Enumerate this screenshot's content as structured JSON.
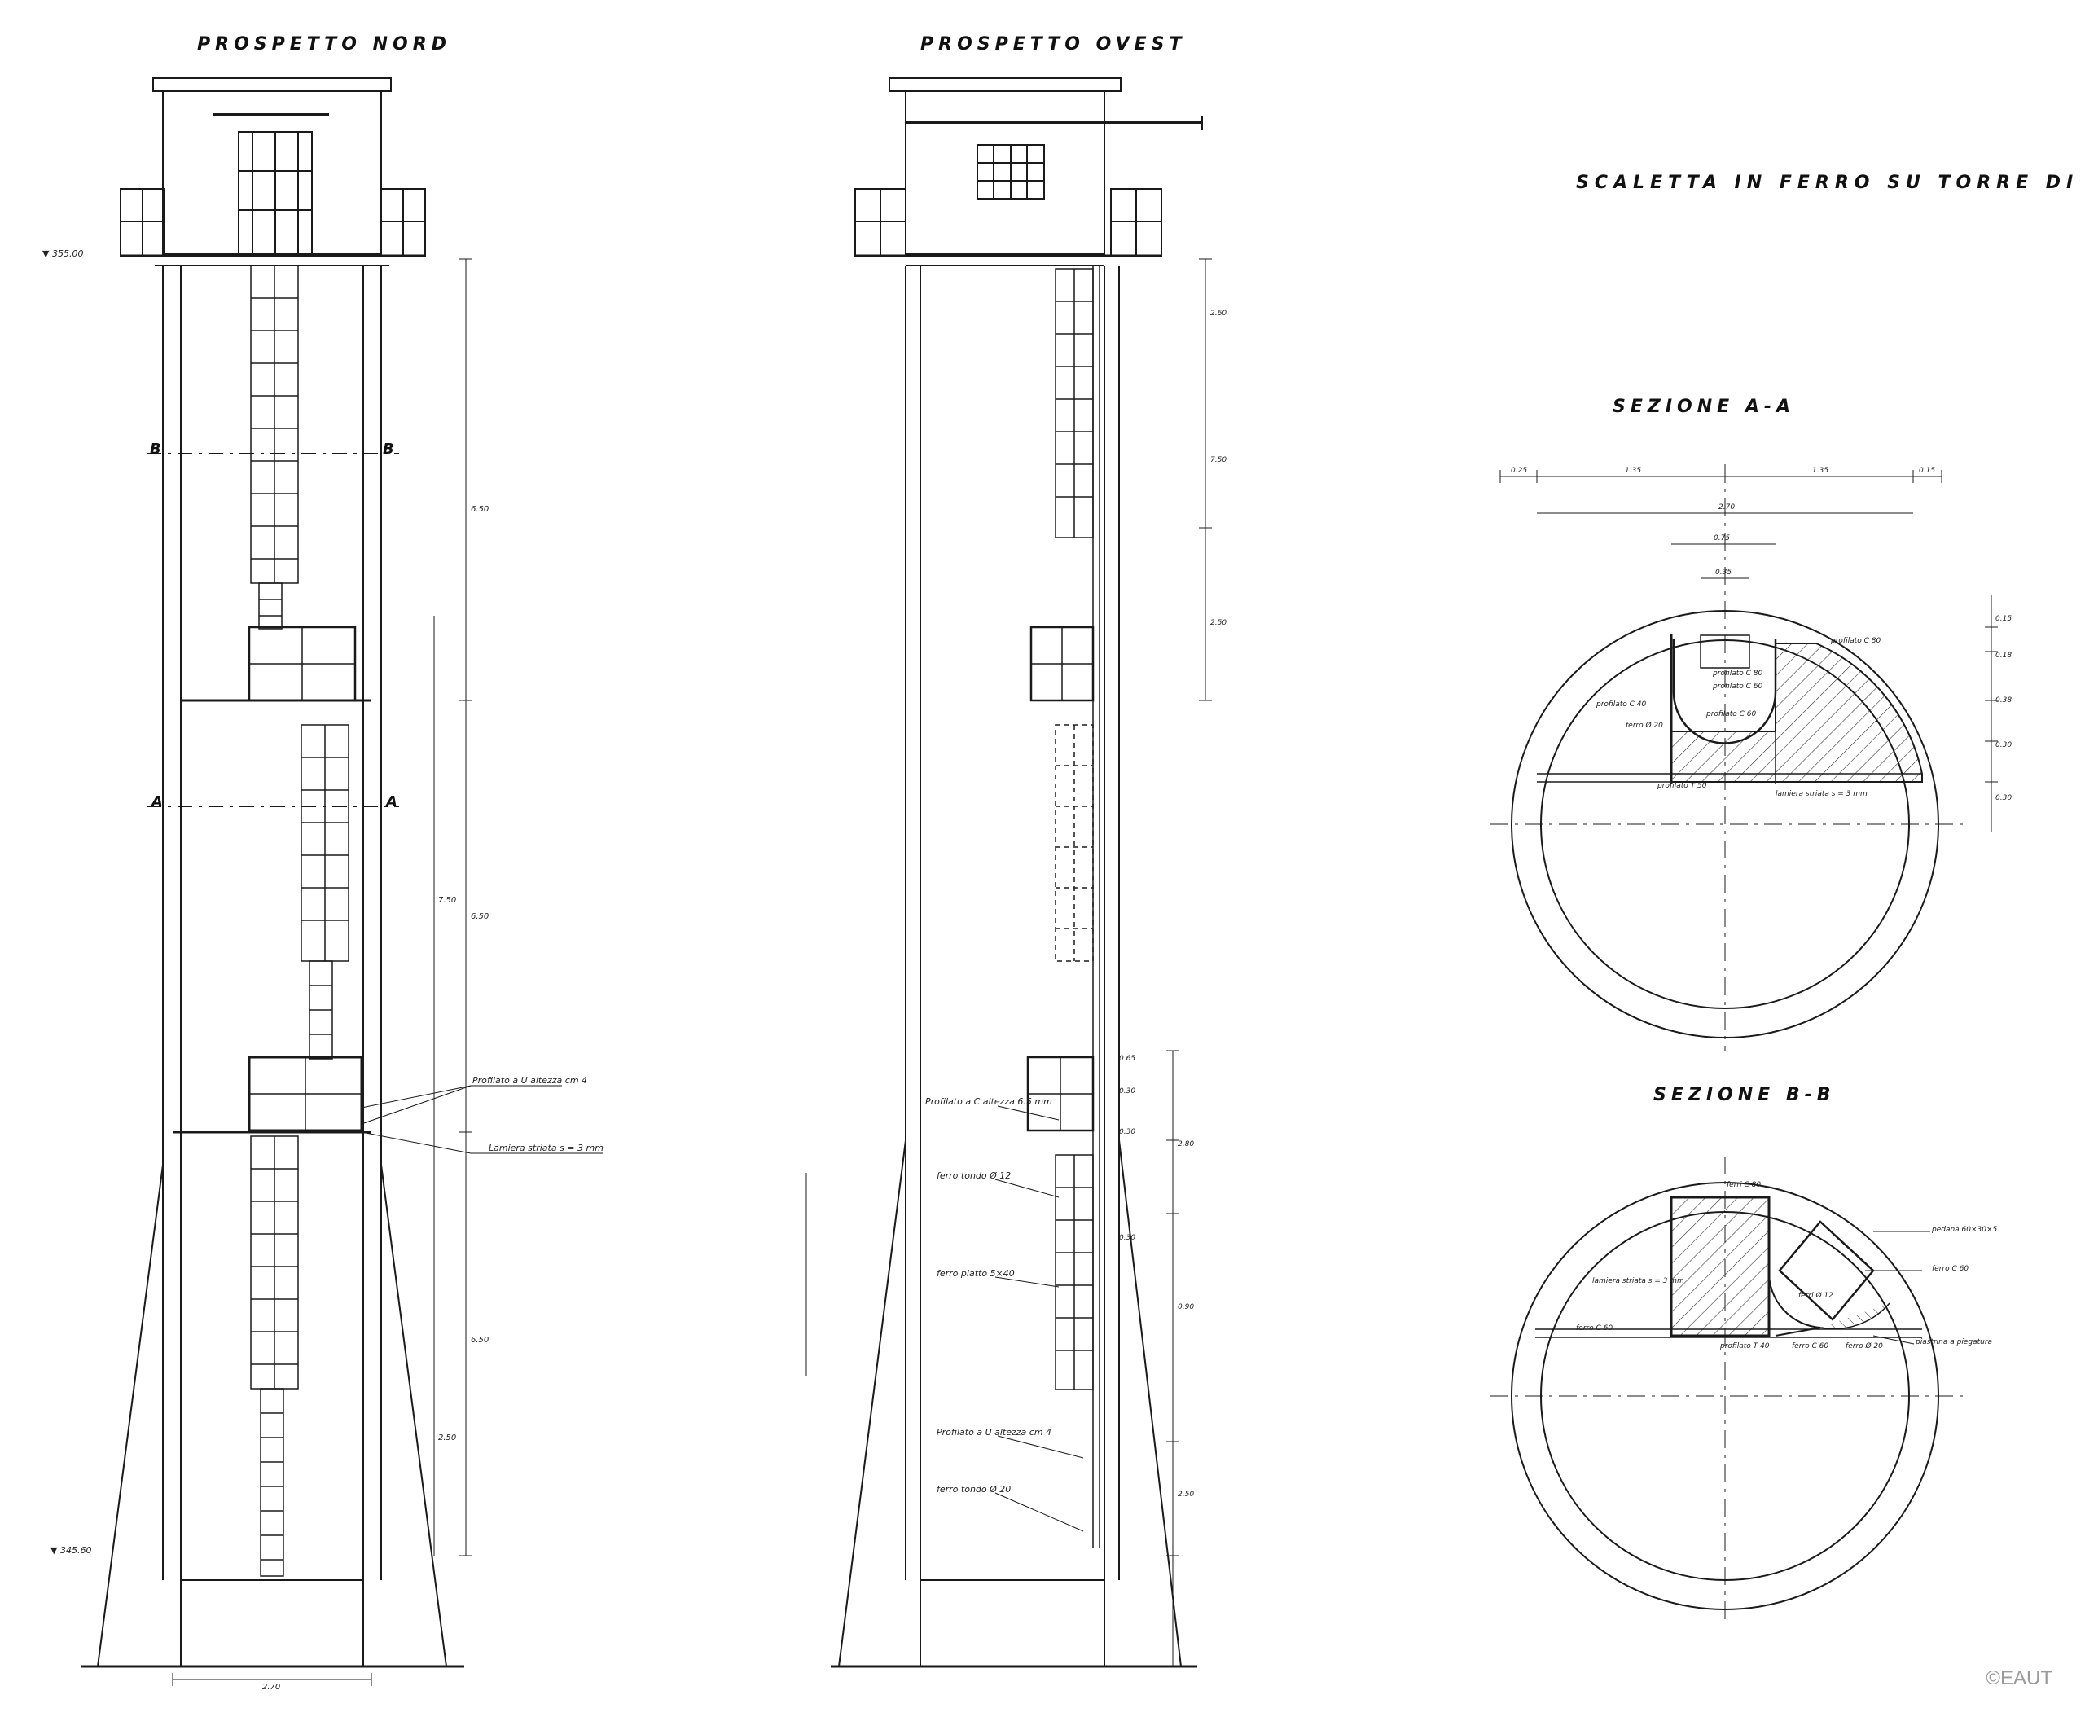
{
  "titles": {
    "prospetto_nord": "PROSPETTO NORD",
    "prospetto_ovest": "PROSPETTO OVEST",
    "main_title": "SCALETTA IN FERRO SU TORRE DI PRESA",
    "sezione_aa": "SEZIONE A-A",
    "sezione_bb": "SEZIONE B-B"
  },
  "section_marks": {
    "b_left": "B",
    "b_right": "B",
    "a_left": "A",
    "a_right": "A"
  },
  "levels": {
    "top": "▼ 355.00",
    "bottom": "▼ 345.60"
  },
  "notes_nord": {
    "profilato": "Profilato a U altezza cm 4",
    "lamiera": "Lamiera striata s = 3 mm"
  },
  "notes_ovest": {
    "profilato_c": "Profilato a C altezza 6.5 mm",
    "ferro_tondo_12": "ferro tondo Ø 12",
    "ferro_piatto": "ferro piatto 5×40",
    "profilato_u": "Profilato a U altezza cm 4",
    "ferro_tondo_20": "ferro tondo Ø 20"
  },
  "notes_aa": {
    "profilato_c80_a": "profilato C 80",
    "profilato_c80_b": "profilato C 80",
    "profilato_c60_a": "profilato C 60",
    "profilato_c60_b": "profilato C 60",
    "profilato_c40": "profilato C 40",
    "ferro_20": "ferro Ø 20",
    "profilato_t": "profilato T 50",
    "lamiera": "lamiera striata s = 3 mm"
  },
  "notes_bb": {
    "ferri_c": "ferri C 80",
    "lamiera": "lamiera striata s = 3 mm",
    "ferro_c_60_left": "ferro C 60",
    "profilato_t": "profilato T 40",
    "ferro_c_60_mid": "ferro C 60",
    "ferro_20": "ferro Ø 20",
    "pedana": "pedana 60×30×5",
    "ferro_c_60_right": "ferro C 60",
    "ferri_12": "ferri Ø 12",
    "piastrina": "piastrina a piegatura"
  },
  "dimensions": {
    "aa_top_row": [
      "0.25",
      "1.35",
      "1.35",
      "0.15"
    ],
    "aa_total": "2.70",
    "aa_inner_1": "0.75",
    "aa_inner_2": "0.35",
    "aa_right": [
      "0.15",
      "0.18",
      "0.38",
      "0.30",
      "0.30"
    ],
    "nord_height_1": "6.50",
    "nord_height_2": "7.50",
    "nord_height_3": "6.50",
    "nord_height_4": "6.50",
    "nord_height_5": "2.50",
    "nord_width": "2.70",
    "ovest_dims": [
      "2.60",
      "7.50",
      "2.50",
      "0.65",
      "0.30",
      "0.30",
      "0.30",
      "2.80",
      "0.90",
      "2.50"
    ]
  },
  "copyright": "©EAUT"
}
